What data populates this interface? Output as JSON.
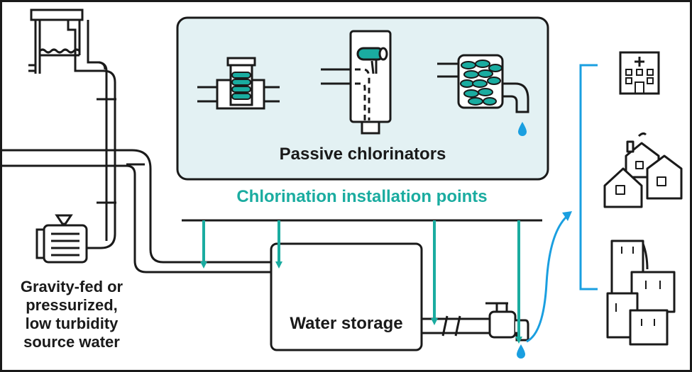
{
  "labels": {
    "passive_chlorinators": "Passive chlorinators",
    "installation_points": "Chlorination installation points",
    "water_storage": "Water storage",
    "source_water": [
      "Gravity-fed or",
      "pressurized,",
      "low turbidity",
      "source water"
    ]
  },
  "colors": {
    "line": "#1a1a1a",
    "accent": "#1aaca0",
    "arrow_blue": "#1a9fe0",
    "panel_fill": "#e3f1f3",
    "border": "#1a1a1a"
  },
  "icons": [
    "inline-chlorinator-icon",
    "pipe-dispenser-chlorinator-icon",
    "tablet-chlorinator-icon",
    "hospital-icon",
    "houses-icon",
    "apartments-icon",
    "faucet-icon",
    "pump-icon",
    "tank-tower-icon",
    "water-drop-icon"
  ]
}
